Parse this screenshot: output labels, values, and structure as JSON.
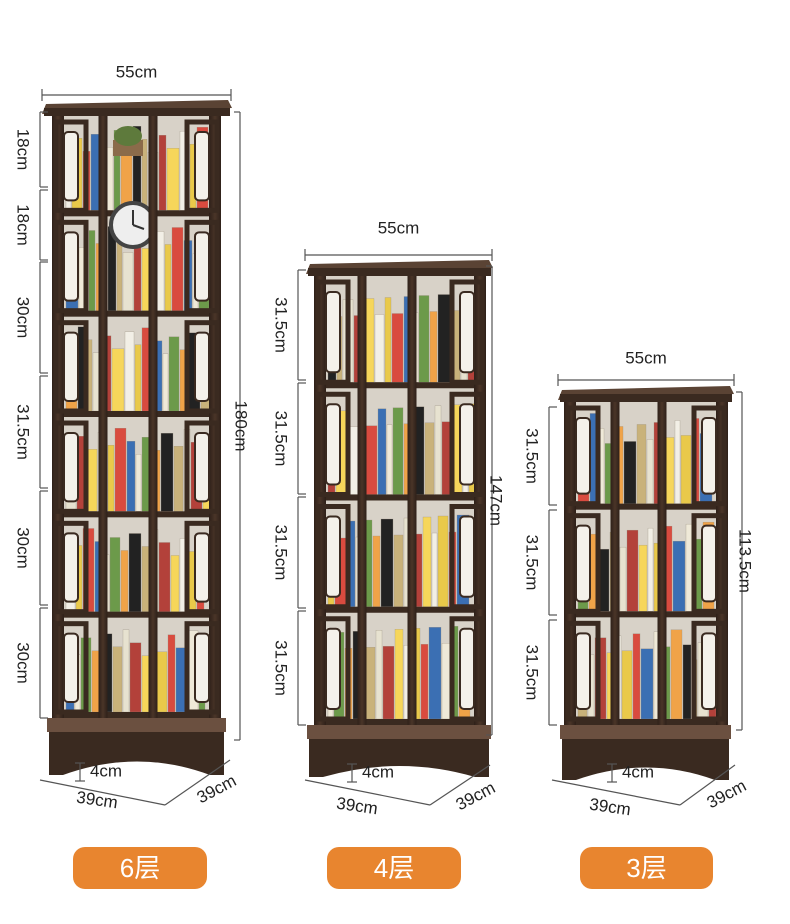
{
  "colors": {
    "wood": "#3a2a20",
    "wood_light": "#5a4334",
    "wood_hi": "#6b5040",
    "accent": "#e8852f",
    "dim_line": "#555555"
  },
  "shelves": [
    {
      "label": "6层",
      "width": "55cm",
      "height": "180cm",
      "tiers": [
        "18cm",
        "18cm",
        "30cm",
        "31.5cm",
        "30cm",
        "30cm"
      ],
      "base_gap": "4cm",
      "depth_front": "39cm",
      "depth_side": "39cm"
    },
    {
      "label": "4层",
      "width": "55cm",
      "height": "147cm",
      "tiers": [
        "31.5cm",
        "31.5cm",
        "31.5cm",
        "31.5cm"
      ],
      "base_gap": "4cm",
      "depth_front": "39cm",
      "depth_side": "39cm"
    },
    {
      "label": "3层",
      "width": "55cm",
      "height": "113.5cm",
      "tiers": [
        "31.5cm",
        "31.5cm",
        "31.5cm"
      ],
      "base_gap": "4cm",
      "depth_front": "39cm",
      "depth_side": "39cm"
    }
  ]
}
